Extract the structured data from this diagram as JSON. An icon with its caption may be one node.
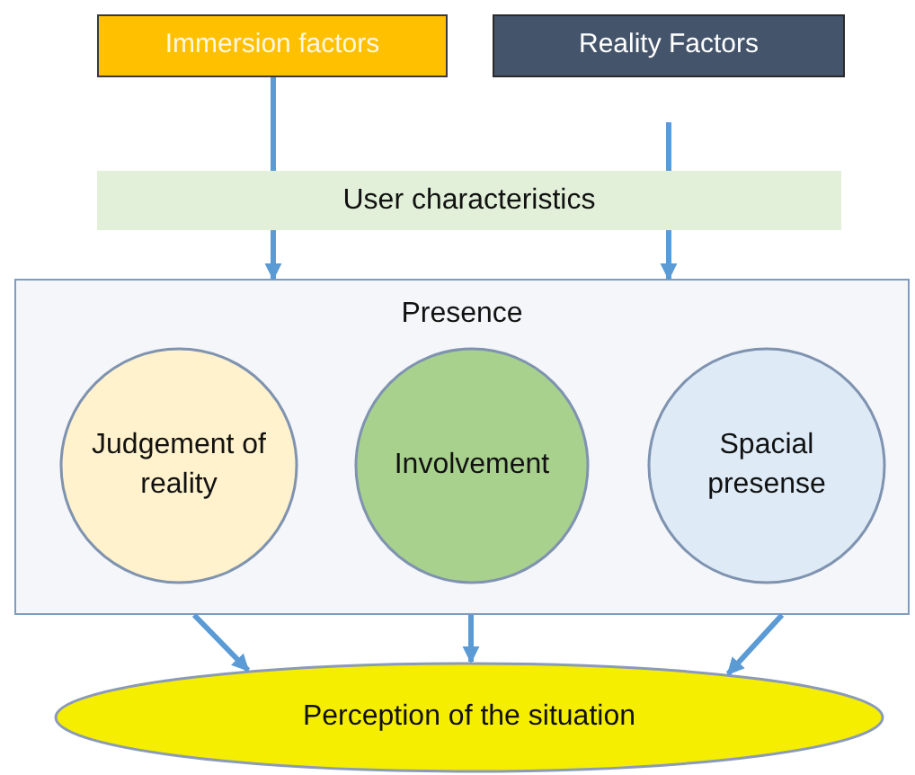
{
  "diagram": {
    "nodes": [
      {
        "text": [
          "Immersion factors"
        ]
      },
      {
        "text": [
          "Reality Factors"
        ]
      },
      {
        "text": [
          "User characteristics"
        ]
      },
      {
        "text": [
          "Presence"
        ]
      },
      {
        "text": [
          "Judgement of reality"
        ],
        "in": 3
      },
      {
        "text": [
          "Involvement"
        ],
        "in": 3
      },
      {
        "text": [
          "Spacial presense"
        ],
        "in": 3
      },
      {
        "text": [
          "Perception of the situation"
        ]
      }
    ],
    "edges": [
      {
        "from": 0,
        "to": 2,
        "arrow": "none"
      },
      {
        "from": null,
        "to": 2,
        "arrow": "none"
      },
      {
        "from": 2,
        "to": 3,
        "arrow": "to"
      },
      {
        "from": 2,
        "to": 3,
        "arrow": "to"
      },
      {
        "from": 3,
        "to": 7,
        "arrow": "to"
      },
      {
        "from": 3,
        "to": 7,
        "arrow": "to"
      },
      {
        "from": 3,
        "to": 7,
        "arrow": "to"
      }
    ]
  }
}
